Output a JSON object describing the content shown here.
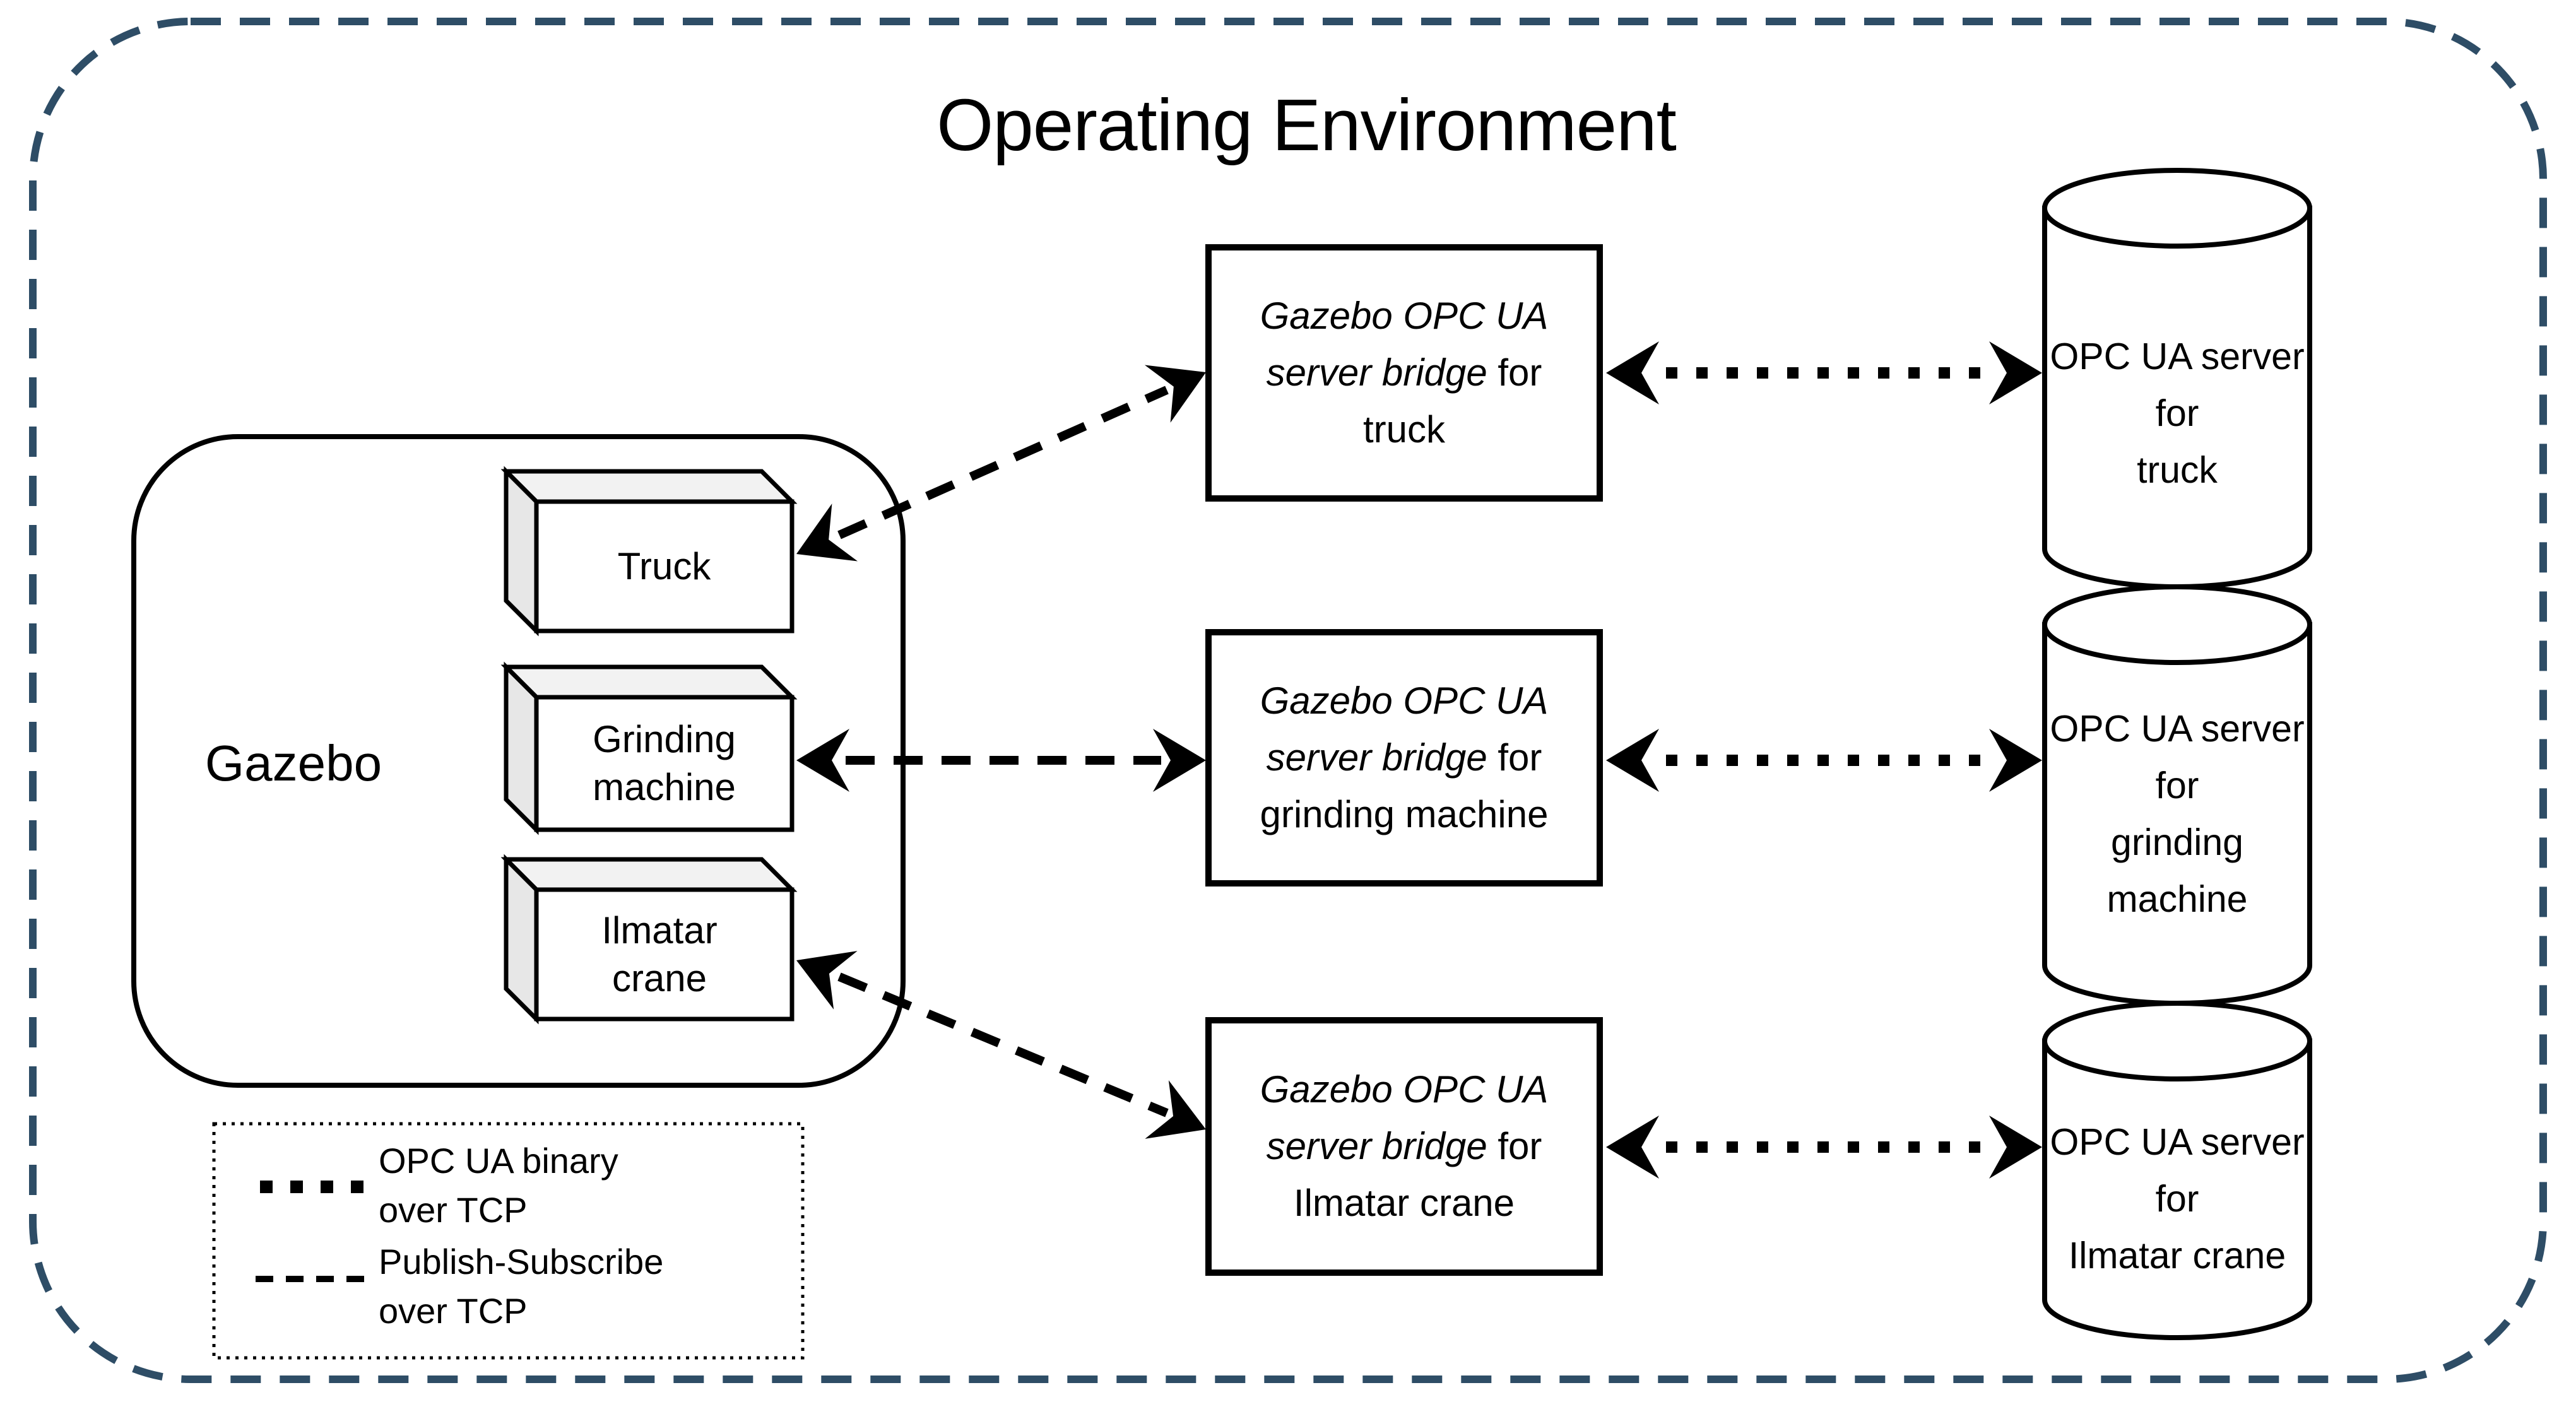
{
  "title": "Operating Environment",
  "gazebo": {
    "label": "Gazebo",
    "models": [
      {
        "label": "Truck"
      },
      {
        "label": "Grinding machine"
      },
      {
        "label": "Ilmatar crane"
      }
    ]
  },
  "bridges": [
    {
      "name_italic": "Gazebo OPC UA server bridge",
      "name_regular": " for truck"
    },
    {
      "name_italic": "Gazebo OPC UA server bridge",
      "name_regular": " for grinding machine"
    },
    {
      "name_italic": "Gazebo OPC UA server bridge",
      "name_regular": " for Ilmatar crane"
    }
  ],
  "servers": [
    {
      "label": "OPC UA server\nfor\ntruck"
    },
    {
      "label": "OPC UA server\nfor\ngrinding\nmachine"
    },
    {
      "label": "OPC UA server\nfor\nIlmatar crane"
    }
  ],
  "legend": {
    "items": [
      {
        "style": "dotted",
        "label": "OPC UA binary\nover TCP"
      },
      {
        "style": "dashed",
        "label": "Publish-Subscribe\nover TCP"
      }
    ]
  },
  "colors": {
    "frame": "#2e4d66",
    "ink": "#000000",
    "box_top": "#f2f2f2",
    "box_side": "#e7e7e7",
    "background": "#ffffff"
  }
}
